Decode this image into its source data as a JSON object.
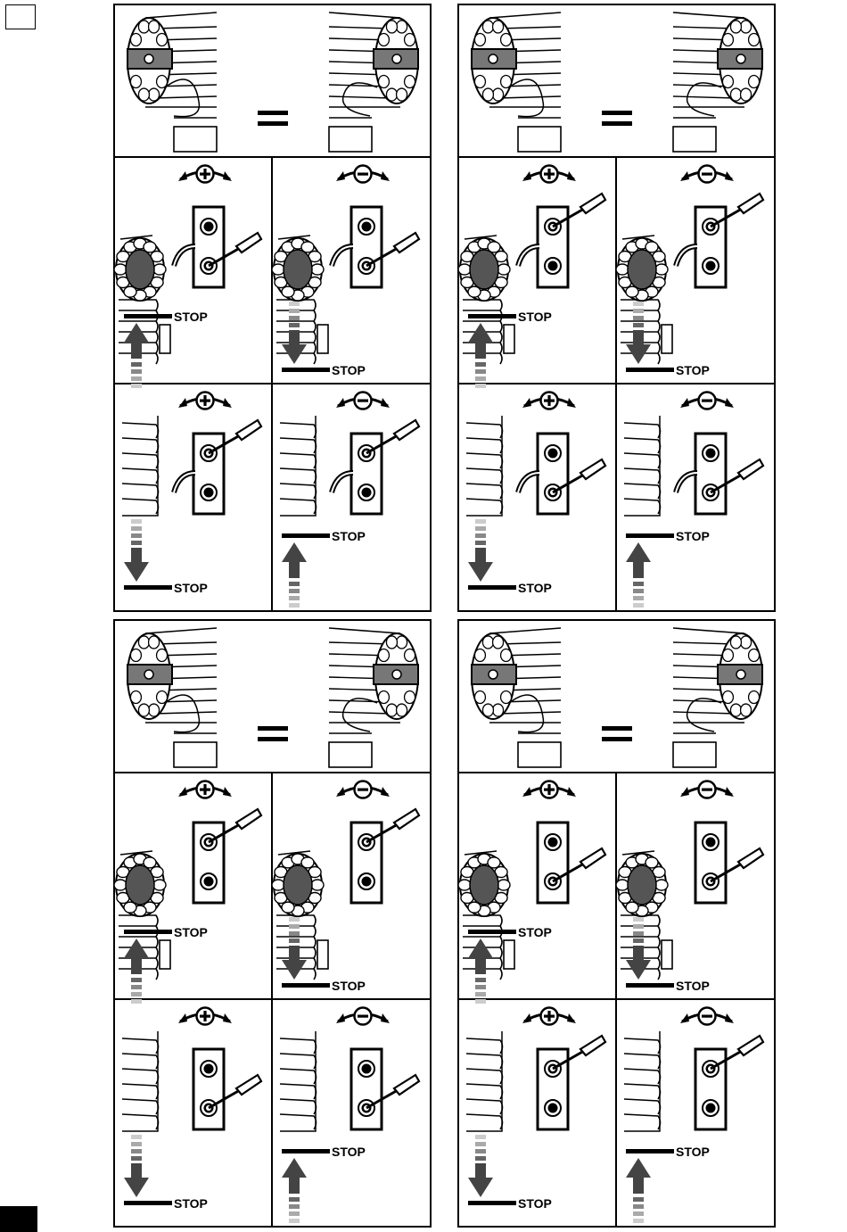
{
  "page": {
    "top_left_box": "",
    "stop_label": "STOP",
    "equals_sign": "="
  },
  "panels": [
    {
      "name": "panel-top-left",
      "header": {
        "motor_side": "left",
        "equals": "="
      },
      "rows": [
        [
          {
            "sign": "plus",
            "motor_view": "end",
            "stop_top": "STOP",
            "arrow": "up",
            "active_screw": "bottom",
            "wire": true
          },
          {
            "sign": "minus",
            "motor_view": "end",
            "stop_bottom": "STOP",
            "arrow": "down",
            "active_screw": "bottom",
            "wire": true
          }
        ],
        [
          {
            "sign": "plus",
            "motor_view": "slats",
            "stop_bottom": "STOP",
            "arrow": "down",
            "active_screw": "top",
            "wire": true
          },
          {
            "sign": "minus",
            "motor_view": "slats",
            "stop_top": "STOP",
            "arrow": "up",
            "active_screw": "top",
            "wire": true
          }
        ]
      ]
    },
    {
      "name": "panel-top-right",
      "header": {
        "motor_side": "left-roll",
        "equals": "="
      },
      "rows": [
        [
          {
            "sign": "plus",
            "motor_view": "end",
            "stop_top": "STOP",
            "arrow": "up",
            "active_screw": "top",
            "wire": true
          },
          {
            "sign": "minus",
            "motor_view": "end",
            "stop_bottom": "STOP",
            "arrow": "down",
            "active_screw": "top",
            "wire": true
          }
        ],
        [
          {
            "sign": "plus",
            "motor_view": "slats",
            "stop_bottom": "STOP",
            "arrow": "down",
            "active_screw": "bottom",
            "wire": true
          },
          {
            "sign": "minus",
            "motor_view": "slats",
            "stop_top": "STOP",
            "arrow": "up",
            "active_screw": "bottom",
            "wire": true
          }
        ]
      ]
    },
    {
      "name": "panel-bottom-left",
      "header": {
        "motor_side": "front",
        "equals": "="
      },
      "rows": [
        [
          {
            "sign": "plus",
            "motor_view": "end",
            "stop_top": "STOP",
            "arrow": "up",
            "active_screw": "top",
            "wire": false
          },
          {
            "sign": "minus",
            "motor_view": "end",
            "stop_bottom": "STOP",
            "arrow": "down",
            "active_screw": "top",
            "wire": false
          }
        ],
        [
          {
            "sign": "plus",
            "motor_view": "slats",
            "stop_bottom": "STOP",
            "arrow": "down",
            "active_screw": "bottom",
            "wire": false
          },
          {
            "sign": "minus",
            "motor_view": "slats",
            "stop_top": "STOP",
            "arrow": "up",
            "active_screw": "bottom",
            "wire": false
          }
        ]
      ]
    },
    {
      "name": "panel-bottom-right",
      "header": {
        "motor_side": "front-roll",
        "equals": "="
      },
      "rows": [
        [
          {
            "sign": "plus",
            "motor_view": "end",
            "stop_top": "STOP",
            "arrow": "up",
            "active_screw": "bottom",
            "wire": false
          },
          {
            "sign": "minus",
            "motor_view": "end",
            "stop_bottom": "STOP",
            "arrow": "down",
            "active_screw": "bottom",
            "wire": false
          }
        ],
        [
          {
            "sign": "plus",
            "motor_view": "slats",
            "stop_bottom": "STOP",
            "arrow": "down",
            "active_screw": "top",
            "wire": false
          },
          {
            "sign": "minus",
            "motor_view": "slats",
            "stop_top": "STOP",
            "arrow": "up",
            "active_screw": "top",
            "wire": false
          }
        ]
      ]
    }
  ]
}
